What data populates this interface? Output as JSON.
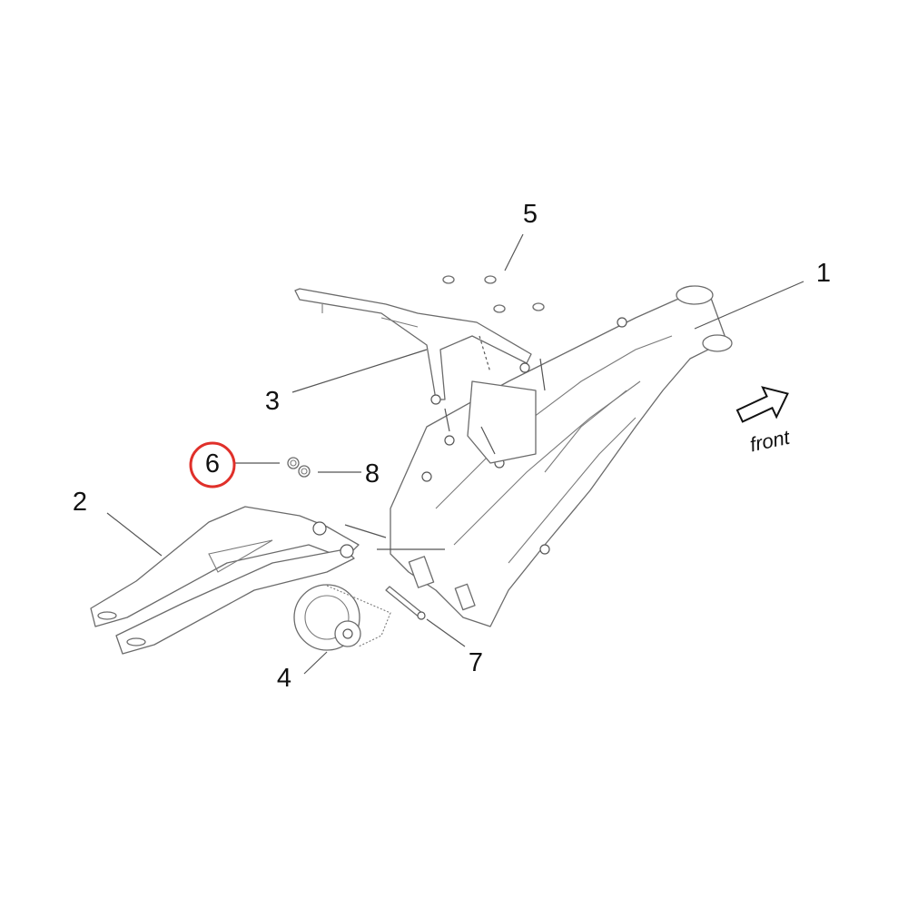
{
  "diagram": {
    "callouts": [
      {
        "id": "1",
        "label": "1"
      },
      {
        "id": "2",
        "label": "2"
      },
      {
        "id": "3",
        "label": "3"
      },
      {
        "id": "4",
        "label": "4"
      },
      {
        "id": "5",
        "label": "5"
      },
      {
        "id": "6",
        "label": "6",
        "highlighted": true
      },
      {
        "id": "7",
        "label": "7"
      },
      {
        "id": "8",
        "label": "8"
      }
    ],
    "direction_label": "front",
    "highlight_color": "#e0302a"
  }
}
